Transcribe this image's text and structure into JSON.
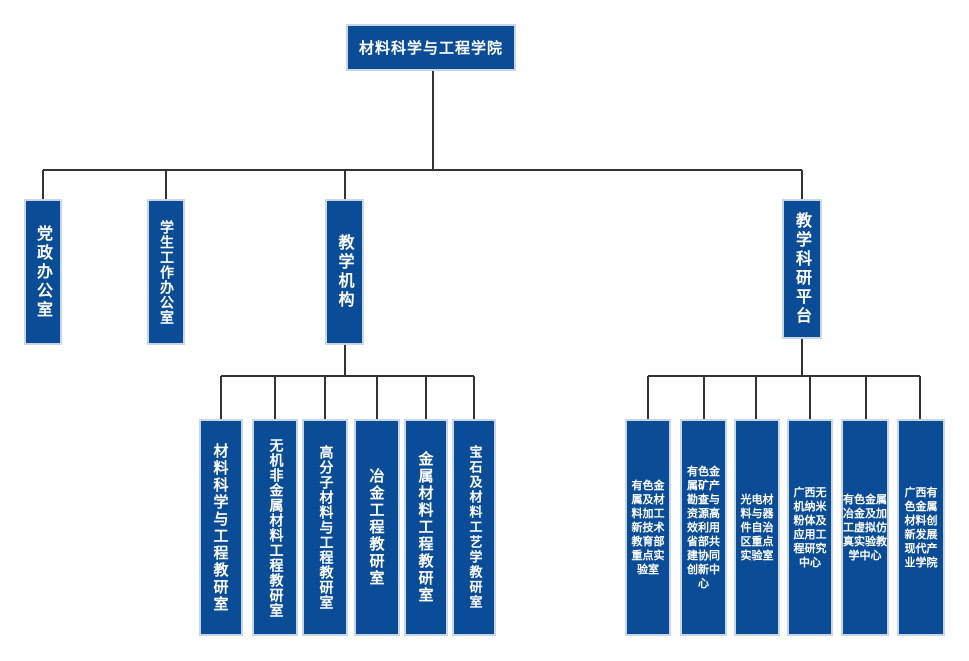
{
  "root": {
    "label": "材料科学与工程学院"
  },
  "departments": {
    "party_office": "党政办公室",
    "student_office": "学生工作办公室",
    "teaching": "教学机构",
    "research": "教学科研平台"
  },
  "teaching_units": [
    "材料科学与工程教研室",
    "无机非金属材料工程教研室",
    "高分子材料与工程教研室",
    "冶金工程教研室",
    "金属材料工程教研室",
    "宝石及材料工艺学教研室"
  ],
  "research_units": [
    "有色金属及材料加工新技术教育部重点实验室",
    "有色金属矿产勘查与资源高效利用省部共建协同创新中心",
    "光电材料与器件自治区重点实验室",
    "广西无机纳米粉体及应用工程研究中心",
    "有色金属冶金及加工虚拟仿真实验教学中心",
    "广西有色金属材料创新发展现代产业学院"
  ],
  "colors": {
    "box_fill": "#0b4c96",
    "box_border": "#c9d6e6",
    "line": "#333333"
  }
}
